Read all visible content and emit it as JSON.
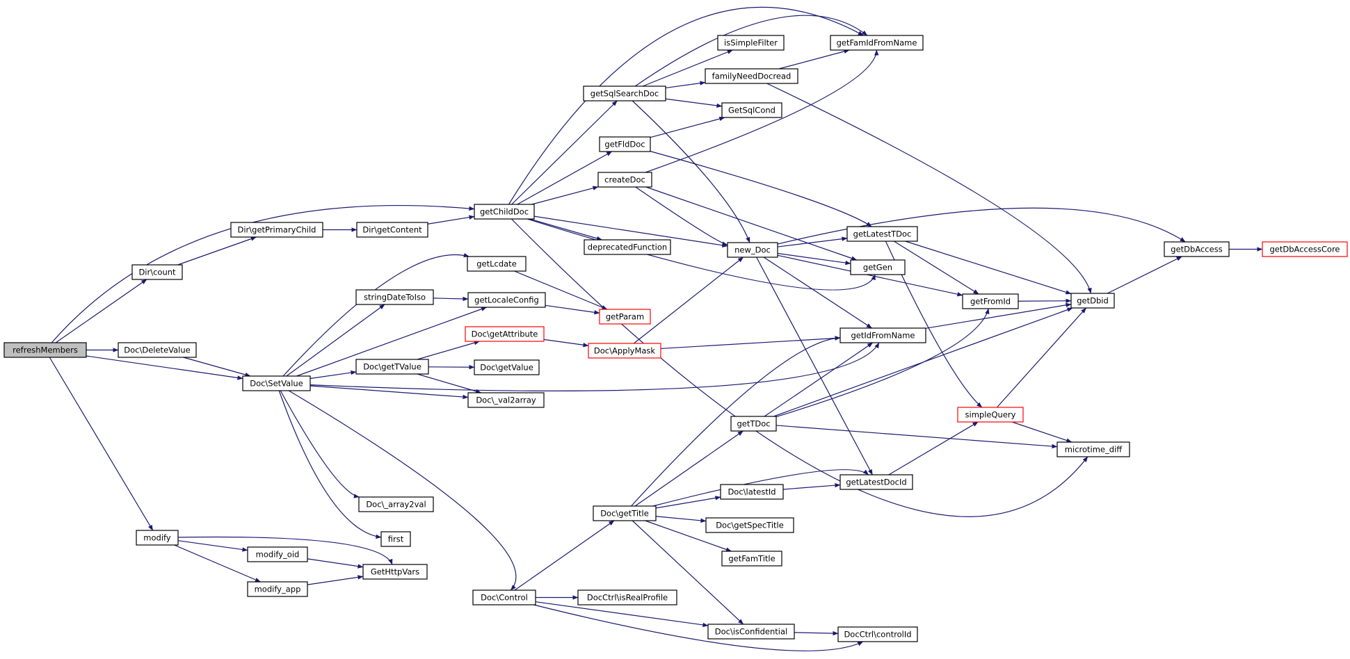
{
  "diagram": {
    "type": "call-graph",
    "colors": {
      "edge": "#191970",
      "root_fill": "#bfbfbf",
      "highlight_stroke": "#ff0000",
      "node_stroke": "#000000"
    },
    "nodes": [
      {
        "id": "refreshMembers",
        "label": "refreshMembers",
        "style": "root"
      },
      {
        "id": "dir_count",
        "label": "Dir\\count"
      },
      {
        "id": "doc_deletevalue",
        "label": "Doc\\DeleteValue"
      },
      {
        "id": "doc_setvalue",
        "label": "Doc\\SetValue"
      },
      {
        "id": "modify",
        "label": "modify"
      },
      {
        "id": "dir_getprimarychild",
        "label": "Dir\\getPrimaryChild"
      },
      {
        "id": "dir_getcontent",
        "label": "Dir\\getContent"
      },
      {
        "id": "getchilddoc",
        "label": "getChildDoc"
      },
      {
        "id": "getsqlsearchdoc",
        "label": "getSqlSearchDoc"
      },
      {
        "id": "getflddoc",
        "label": "getFldDoc"
      },
      {
        "id": "createdoc",
        "label": "createDoc"
      },
      {
        "id": "deprecatedfunction",
        "label": "deprecatedFunction"
      },
      {
        "id": "issimplefilter",
        "label": "isSimpleFilter"
      },
      {
        "id": "familyneeddocread",
        "label": "familyNeedDocread"
      },
      {
        "id": "getsqlcond",
        "label": "GetSqlCond"
      },
      {
        "id": "getfamidfromname",
        "label": "getFamIdFromName"
      },
      {
        "id": "new_doc",
        "label": "new_Doc"
      },
      {
        "id": "getlatesttdoc",
        "label": "getLatestTDoc"
      },
      {
        "id": "getgen",
        "label": "getGen"
      },
      {
        "id": "getfromid",
        "label": "getFromId"
      },
      {
        "id": "getdbid",
        "label": "getDbid"
      },
      {
        "id": "getdbaccess",
        "label": "getDbAccess"
      },
      {
        "id": "getdbaccesscore",
        "label": "getDbAccessCore",
        "style": "red"
      },
      {
        "id": "getidfromname",
        "label": "getIdFromName"
      },
      {
        "id": "getlcdate",
        "label": "getLcdate"
      },
      {
        "id": "stringdatetoiso",
        "label": "stringDateToIso"
      },
      {
        "id": "getlocaleconfig",
        "label": "getLocaleConfig"
      },
      {
        "id": "getparam",
        "label": "getParam",
        "style": "red"
      },
      {
        "id": "doc_getattribute",
        "label": "Doc\\getAttribute",
        "style": "red"
      },
      {
        "id": "doc_applymask",
        "label": "Doc\\ApplyMask",
        "style": "red"
      },
      {
        "id": "doc_gettvalue",
        "label": "Doc\\getTValue"
      },
      {
        "id": "doc_getvalue",
        "label": "Doc\\getValue"
      },
      {
        "id": "doc_val2array",
        "label": "Doc\\_val2array"
      },
      {
        "id": "doc_array2val",
        "label": "Doc\\_array2val"
      },
      {
        "id": "first",
        "label": "first"
      },
      {
        "id": "modify_oid",
        "label": "modify_oid"
      },
      {
        "id": "modify_app",
        "label": "modify_app"
      },
      {
        "id": "gethttpvars",
        "label": "GetHttpVars"
      },
      {
        "id": "doc_control",
        "label": "Doc\\Control"
      },
      {
        "id": "docctrl_isrealprofile",
        "label": "DocCtrl\\isRealProfile"
      },
      {
        "id": "doc_isconfidential",
        "label": "Doc\\isConfidential"
      },
      {
        "id": "docctrl_controlid",
        "label": "DocCtrl\\controlId"
      },
      {
        "id": "doc_gettitle",
        "label": "Doc\\getTitle"
      },
      {
        "id": "gettdoc",
        "label": "getTDoc"
      },
      {
        "id": "doc_latestid",
        "label": "Doc\\latestId"
      },
      {
        "id": "doc_getspectitle",
        "label": "Doc\\getSpecTitle"
      },
      {
        "id": "getfamtitle",
        "label": "getFamTitle"
      },
      {
        "id": "getlatestdocid",
        "label": "getLatestDocId"
      },
      {
        "id": "simplequery",
        "label": "simpleQuery",
        "style": "red"
      },
      {
        "id": "microtime_diff",
        "label": "microtime_diff"
      }
    ],
    "edges": [
      [
        "refreshMembers",
        "dir_count"
      ],
      [
        "refreshMembers",
        "doc_deletevalue"
      ],
      [
        "refreshMembers",
        "doc_setvalue"
      ],
      [
        "refreshMembers",
        "modify"
      ],
      [
        "refreshMembers",
        "getchilddoc"
      ],
      [
        "dir_count",
        "dir_getprimarychild"
      ],
      [
        "dir_getprimarychild",
        "dir_getcontent"
      ],
      [
        "dir_getcontent",
        "getchilddoc"
      ],
      [
        "doc_deletevalue",
        "doc_setvalue"
      ],
      [
        "getchilddoc",
        "getsqlsearchdoc"
      ],
      [
        "getchilddoc",
        "getflddoc"
      ],
      [
        "getchilddoc",
        "createdoc"
      ],
      [
        "getchilddoc",
        "deprecatedfunction"
      ],
      [
        "getchilddoc",
        "new_doc"
      ],
      [
        "getchilddoc",
        "getfamidfromname"
      ],
      [
        "getchilddoc",
        "getgen"
      ],
      [
        "getchilddoc",
        "microtime_diff"
      ],
      [
        "getsqlsearchdoc",
        "issimplefilter"
      ],
      [
        "getsqlsearchdoc",
        "familyneeddocread"
      ],
      [
        "getsqlsearchdoc",
        "getsqlcond"
      ],
      [
        "getsqlsearchdoc",
        "getfamidfromname"
      ],
      [
        "getsqlsearchdoc",
        "new_doc"
      ],
      [
        "familyneeddocread",
        "getfamidfromname"
      ],
      [
        "familyneeddocread",
        "getdbid"
      ],
      [
        "getflddoc",
        "getsqlcond"
      ],
      [
        "getflddoc",
        "getlatesttdoc"
      ],
      [
        "createdoc",
        "getfamidfromname"
      ],
      [
        "createdoc",
        "new_doc"
      ],
      [
        "createdoc",
        "getgen"
      ],
      [
        "new_doc",
        "getlatesttdoc"
      ],
      [
        "new_doc",
        "getgen"
      ],
      [
        "new_doc",
        "getfromid"
      ],
      [
        "new_doc",
        "getidfromname"
      ],
      [
        "new_doc",
        "getdbaccess"
      ],
      [
        "new_doc",
        "getlatestdocid"
      ],
      [
        "getlatesttdoc",
        "getfromid"
      ],
      [
        "getlatesttdoc",
        "getdbid"
      ],
      [
        "getlatesttdoc",
        "simplequery"
      ],
      [
        "getfromid",
        "getdbid"
      ],
      [
        "getdbid",
        "getdbaccess"
      ],
      [
        "getdbaccess",
        "getdbaccesscore"
      ],
      [
        "getidfromname",
        "getdbid"
      ],
      [
        "doc_setvalue",
        "getlcdate"
      ],
      [
        "doc_setvalue",
        "stringdatetoiso"
      ],
      [
        "doc_setvalue",
        "getlocaleconfig"
      ],
      [
        "doc_setvalue",
        "doc_gettvalue"
      ],
      [
        "doc_setvalue",
        "doc_val2array"
      ],
      [
        "doc_setvalue",
        "getidfromname"
      ],
      [
        "doc_setvalue",
        "doc_array2val"
      ],
      [
        "doc_setvalue",
        "first"
      ],
      [
        "doc_setvalue",
        "doc_control"
      ],
      [
        "getlcdate",
        "getparam"
      ],
      [
        "stringdatetoiso",
        "getlocaleconfig"
      ],
      [
        "getlocaleconfig",
        "getparam"
      ],
      [
        "doc_gettvalue",
        "doc_getattribute"
      ],
      [
        "doc_gettvalue",
        "doc_getvalue"
      ],
      [
        "doc_gettvalue",
        "doc_val2array"
      ],
      [
        "doc_getattribute",
        "doc_applymask"
      ],
      [
        "doc_applymask",
        "new_doc"
      ],
      [
        "doc_applymask",
        "getidfromname"
      ],
      [
        "modify",
        "modify_oid"
      ],
      [
        "modify",
        "modify_app"
      ],
      [
        "modify",
        "gethttpvars"
      ],
      [
        "modify_oid",
        "gethttpvars"
      ],
      [
        "modify_app",
        "gethttpvars"
      ],
      [
        "doc_control",
        "docctrl_isrealprofile"
      ],
      [
        "doc_control",
        "doc_isconfidential"
      ],
      [
        "doc_control",
        "docctrl_controlid"
      ],
      [
        "doc_control",
        "doc_gettitle"
      ],
      [
        "doc_isconfidential",
        "docctrl_controlid"
      ],
      [
        "doc_gettitle",
        "gettdoc"
      ],
      [
        "doc_gettitle",
        "getidfromname"
      ],
      [
        "doc_gettitle",
        "getlatestdocid"
      ],
      [
        "doc_gettitle",
        "doc_latestid"
      ],
      [
        "doc_gettitle",
        "doc_getspectitle"
      ],
      [
        "doc_gettitle",
        "getfamtitle"
      ],
      [
        "doc_gettitle",
        "doc_isconfidential"
      ],
      [
        "gettdoc",
        "getidfromname"
      ],
      [
        "gettdoc",
        "getfromid"
      ],
      [
        "gettdoc",
        "getdbid"
      ],
      [
        "gettdoc",
        "microtime_diff"
      ],
      [
        "doc_latestid",
        "getlatestdocid"
      ],
      [
        "getlatestdocid",
        "simplequery"
      ],
      [
        "simplequery",
        "getdbid"
      ],
      [
        "simplequery",
        "microtime_diff"
      ]
    ]
  }
}
